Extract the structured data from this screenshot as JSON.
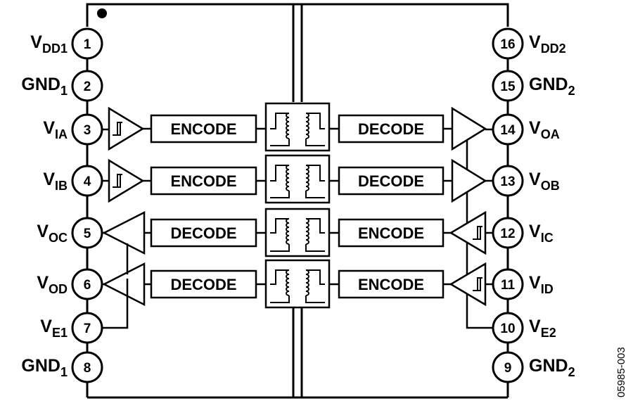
{
  "code": "05985-003",
  "blocks": {
    "left": [
      "ENCODE",
      "ENCODE",
      "DECODE",
      "DECODE"
    ],
    "right": [
      "DECODE",
      "DECODE",
      "ENCODE",
      "ENCODE"
    ]
  },
  "pins": {
    "left": [
      {
        "number": "1",
        "main": "V",
        "sub": "DD1",
        "tail": ""
      },
      {
        "number": "2",
        "main": "GND",
        "sub": "1",
        "tail": ""
      },
      {
        "number": "3",
        "main": "V",
        "sub": "IA",
        "tail": ""
      },
      {
        "number": "4",
        "main": "V",
        "sub": "IB",
        "tail": ""
      },
      {
        "number": "5",
        "main": "V",
        "sub": "OC",
        "tail": ""
      },
      {
        "number": "6",
        "main": "V",
        "sub": "OD",
        "tail": ""
      },
      {
        "number": "7",
        "main": "V",
        "sub": "E1",
        "tail": ""
      },
      {
        "number": "8",
        "main": "GND",
        "sub": "1",
        "tail": ""
      }
    ],
    "right": [
      {
        "number": "16",
        "main": "V",
        "sub": "DD2",
        "tail": ""
      },
      {
        "number": "15",
        "main": "GND",
        "sub": "2",
        "tail": ""
      },
      {
        "number": "14",
        "main": "V",
        "sub": "OA",
        "tail": ""
      },
      {
        "number": "13",
        "main": "V",
        "sub": "OB",
        "tail": ""
      },
      {
        "number": "12",
        "main": "V",
        "sub": "IC",
        "tail": ""
      },
      {
        "number": "11",
        "main": "V",
        "sub": "ID",
        "tail": ""
      },
      {
        "number": "10",
        "main": "V",
        "sub": "E2",
        "tail": ""
      },
      {
        "number": "9",
        "main": "GND",
        "sub": "2",
        "tail": ""
      }
    ]
  }
}
